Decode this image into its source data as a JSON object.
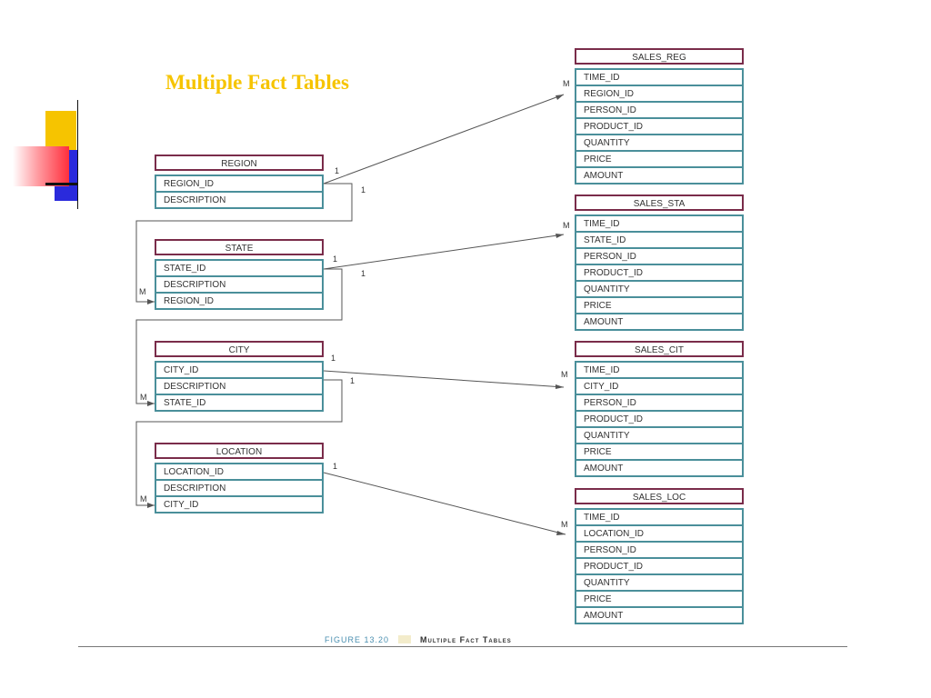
{
  "title": "Multiple Fact Tables",
  "caption": {
    "figure": "FIGURE 13.20",
    "text": "Multiple Fact Tables"
  },
  "dimensions": [
    {
      "name": "REGION",
      "rows": [
        "REGION_ID",
        "DESCRIPTION"
      ]
    },
    {
      "name": "STATE",
      "rows": [
        "STATE_ID",
        "DESCRIPTION",
        "REGION_ID"
      ]
    },
    {
      "name": "CITY",
      "rows": [
        "CITY_ID",
        "DESCRIPTION",
        "STATE_ID"
      ]
    },
    {
      "name": "LOCATION",
      "rows": [
        "LOCATION_ID",
        "DESCRIPTION",
        "CITY_ID"
      ]
    }
  ],
  "facts": [
    {
      "name": "SALES_REG",
      "rows": [
        "TIME_ID",
        "REGION_ID",
        "PERSON_ID",
        "PRODUCT_ID",
        "QUANTITY",
        "PRICE",
        "AMOUNT"
      ]
    },
    {
      "name": "SALES_STA",
      "rows": [
        "TIME_ID",
        "STATE_ID",
        "PERSON_ID",
        "PRODUCT_ID",
        "QUANTITY",
        "PRICE",
        "AMOUNT"
      ]
    },
    {
      "name": "SALES_CIT",
      "rows": [
        "TIME_ID",
        "CITY_ID",
        "PERSON_ID",
        "PRODUCT_ID",
        "QUANTITY",
        "PRICE",
        "AMOUNT"
      ]
    },
    {
      "name": "SALES_LOC",
      "rows": [
        "TIME_ID",
        "LOCATION_ID",
        "PERSON_ID",
        "PRODUCT_ID",
        "QUANTITY",
        "PRICE",
        "AMOUNT"
      ]
    }
  ],
  "cardinality": {
    "one": "1",
    "many": "M"
  },
  "colors": {
    "title": "#f6c400",
    "header_border": "#7a2c4a",
    "body_border": "#4a8f9a",
    "line": "#555555",
    "deco_yellow": "#f6c400",
    "deco_red": "#ff2f3c",
    "deco_blue": "#2a2adc"
  }
}
